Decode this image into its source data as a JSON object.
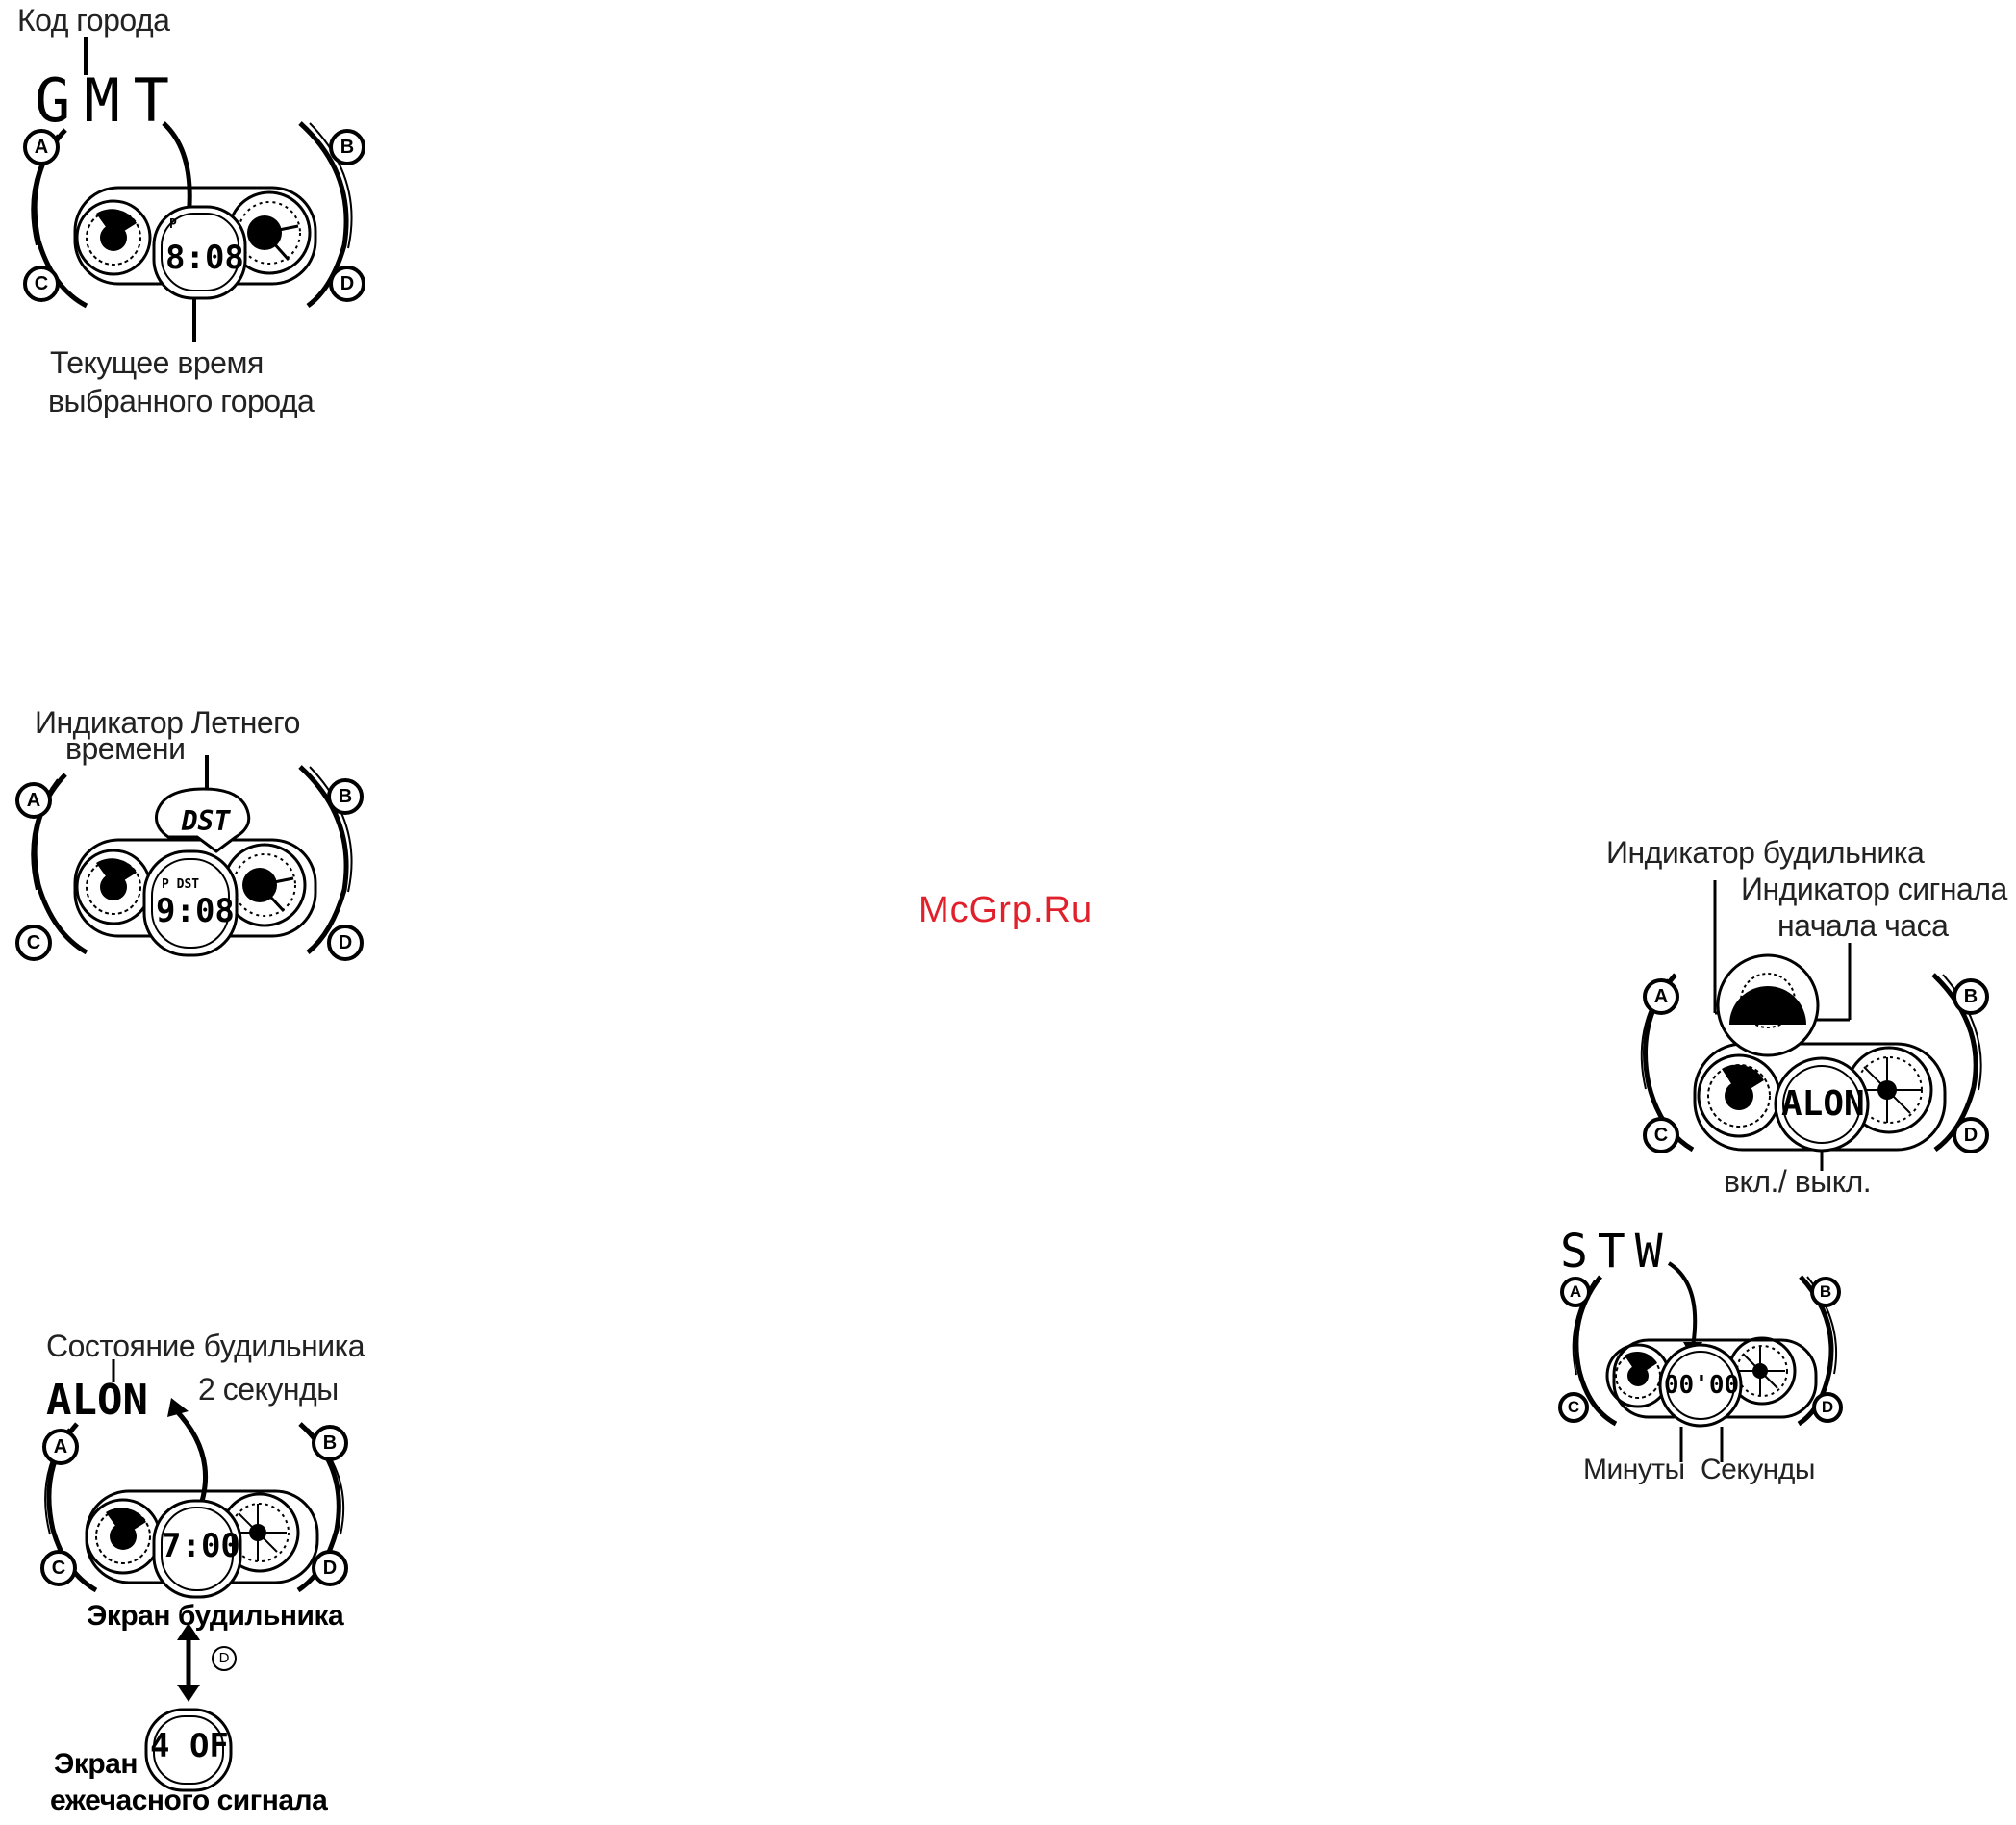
{
  "watermark": "McGrp.Ru",
  "buttons": {
    "a": "A",
    "b": "B",
    "c": "C",
    "d": "D"
  },
  "fig_gmt": {
    "title_label": "Код города",
    "dot_text": "GMT",
    "lcd_time": "8:08",
    "lcd_mark": "P",
    "caption_line1": "Текущее время",
    "caption_line2": "выбранного города"
  },
  "fig_dst": {
    "label_line1": "Индикатор Летнего",
    "label_line2": "времени",
    "bubble_text": "DST",
    "lcd_mark": "P DST",
    "lcd_time": "9:08"
  },
  "fig_alarm": {
    "state_label": "Состояние будильника",
    "state_text": "ALON",
    "seconds_label": "2 секунды",
    "lcd_time": "7:00",
    "screen_label": "Экран будильника",
    "d_button": "D",
    "sig_text": "4 OF",
    "sig_label_line1": "Экран",
    "sig_label_line2": "ежечасного сигнала"
  },
  "fig_alm_ind": {
    "label_alarm": "Индикатор будильника",
    "label_signal_line1": "Индикатор сигнала",
    "label_signal_line2": "начала часа",
    "lcd_text": "ALON",
    "caption": "вкл./ выкл."
  },
  "fig_stw": {
    "dot_text": "STW",
    "lcd_time": "00'00",
    "label_minutes": "Минуты",
    "label_seconds": "Секунды"
  }
}
